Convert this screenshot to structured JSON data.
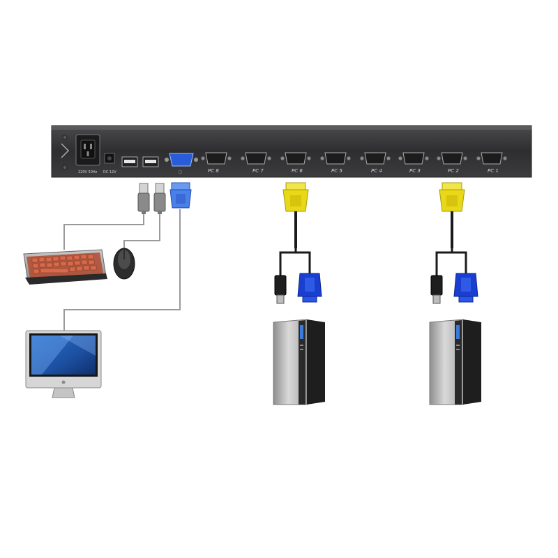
{
  "kvm": {
    "power_label": "220V 50Hz",
    "dc_label": "DC 12V",
    "vga_out_label": "□",
    "ports": [
      {
        "label": "PC 8",
        "connected": false
      },
      {
        "label": "PC 7",
        "connected": false
      },
      {
        "label": "PC 6",
        "connected": true
      },
      {
        "label": "PC 5",
        "connected": false
      },
      {
        "label": "PC 4",
        "connected": false
      },
      {
        "label": "PC 3",
        "connected": false
      },
      {
        "label": "PC 2",
        "connected": true
      },
      {
        "label": "PC 1",
        "connected": false
      }
    ]
  },
  "colors": {
    "panel": "#3a3a3c",
    "cable_gray": "#9a9a9a",
    "cable_black": "#1a1a1a",
    "vga_yellow": "#e8d818",
    "vga_blue": "#1a3fd0",
    "usb_blue": "#4a8ad8",
    "tower_silver": "#bdbdbd",
    "tower_black": "#1e1e1e"
  },
  "icons": [
    "keyboard-icon",
    "mouse-icon",
    "monitor-icon",
    "pc-tower-icon",
    "usb-plug-icon",
    "vga-plug-icon",
    "power-socket-icon"
  ]
}
